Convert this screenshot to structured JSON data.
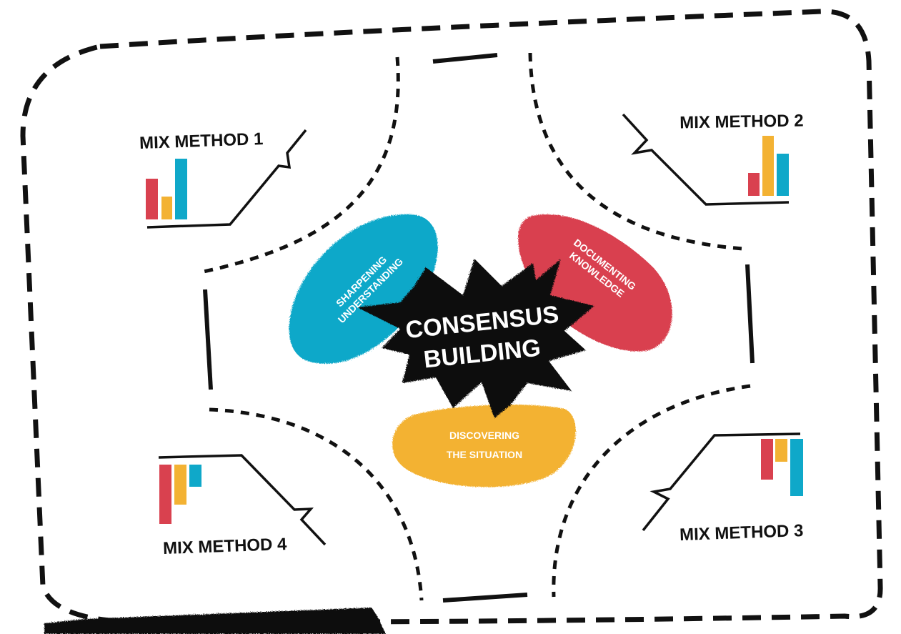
{
  "center": {
    "line1": "CONSENSUS",
    "line2": "BUILDING"
  },
  "petals": {
    "sharpening": {
      "line1": "SHARPENING",
      "line2": "UNDERSTANDING"
    },
    "documenting": {
      "line1": "DOCUMENTING",
      "line2": "KNOWLEDGE"
    },
    "discovering": {
      "line1": "DISCOVERING",
      "line2": "THE SITUATION"
    }
  },
  "methods": {
    "m1": "MIX METHOD 1",
    "m2": "MIX METHOD 2",
    "m3": "MIX METHOD 3",
    "m4": "MIX METHOD 4"
  },
  "colors": {
    "red": "#d9414f",
    "yellow": "#f3b233",
    "blue": "#0fa8c9",
    "black": "#111111"
  }
}
